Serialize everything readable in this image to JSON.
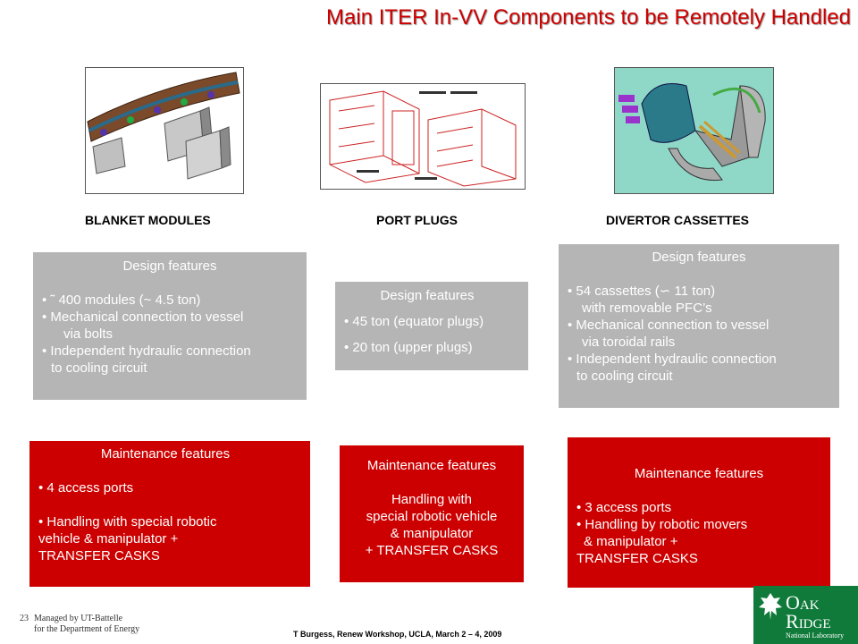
{
  "title": "Main ITER In-VV Components to be Remotely Handled",
  "columns": [
    {
      "caption": "BLANKET MODULES",
      "design": {
        "heading": "Design features",
        "lines": [
          "• ˜ 400 modules (~ 4.5 ton)",
          "• Mechanical connection to vessel",
          "via bolts",
          "• Independent hydraulic connection",
          "to cooling circuit"
        ]
      },
      "maintenance": {
        "heading": "Maintenance features",
        "lines": [
          "• 4 access ports",
          "• Handling with special robotic",
          "vehicle   & manipulator +",
          "TRANSFER CASKS"
        ]
      }
    },
    {
      "caption": "PORT PLUGS",
      "design": {
        "heading": "Design features",
        "lines": [
          "• 45 ton (equator plugs)",
          "• 20 ton (upper plugs)"
        ]
      },
      "maintenance": {
        "heading": "Maintenance features",
        "lines": [
          "Handling with",
          "special robotic vehicle",
          "& manipulator",
          "+ TRANSFER CASKS"
        ]
      }
    },
    {
      "caption": "DIVERTOR CASSETTES",
      "design": {
        "heading": "Design features",
        "lines": [
          "• 54 cassettes (∽ 11 ton)",
          "with removable PFC’s",
          "• Mechanical connection to vessel",
          "via toroidal rails",
          "• Independent hydraulic connection",
          "to cooling circuit"
        ]
      },
      "maintenance": {
        "heading": "Maintenance features",
        "lines": [
          "• 3 access ports",
          "• Handling by robotic movers",
          "& manipulator +",
          "TRANSFER CASKS"
        ]
      }
    }
  ],
  "footer": {
    "page_number": "23",
    "managed_by": "Managed by UT-Battelle",
    "department": "for the Department of Energy",
    "citation": "T Burgess, Renew Workshop, UCLA, March 2 – 4, 2009"
  },
  "logo": {
    "line1_big": "O",
    "line1_rest": "AK",
    "line2_big": "R",
    "line2_rest": "IDGE",
    "line3": "National Laboratory"
  },
  "colors": {
    "title": "#cc0000",
    "red_box": "#cc0000",
    "gray_box": "#b5b5b5",
    "logo_green": "#0f7a3a"
  }
}
